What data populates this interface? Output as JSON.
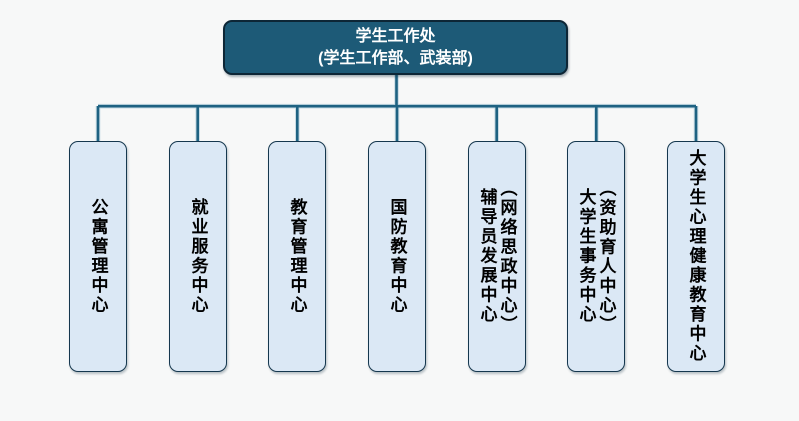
{
  "root": {
    "line1": "学生工作处",
    "line2": "(学生工作部、武装部)"
  },
  "departments": [
    {
      "label": "公寓管理中心",
      "columns": [
        "公寓管理中心"
      ]
    },
    {
      "label": "就业服务中心",
      "columns": [
        "就业服务中心"
      ]
    },
    {
      "label": "教育管理中心",
      "columns": [
        "教育管理中心"
      ]
    },
    {
      "label": "国防教育中心",
      "columns": [
        "国防教育中心"
      ]
    },
    {
      "label": "辅导员发展中心（网络思政中心）",
      "columns": [
        "辅导员发展中心",
        "（网络思政中心）"
      ]
    },
    {
      "label": "大学生事务中心（资助育人中心）",
      "columns": [
        "大学生事务中心",
        "（资助育人中心）"
      ]
    },
    {
      "label": "大学生心理健康教育中心",
      "columns": [
        "大学生心理健康教育中心"
      ]
    }
  ],
  "colors": {
    "background": "#f7f8f8",
    "root_box_fill": "#1d5a77",
    "root_box_border": "#0d2636",
    "root_box_text": "#ffffff",
    "dept_box_fill": "#dbe8f5",
    "dept_box_border": "#15374e",
    "dept_box_text": "#000000",
    "connector_line": "#1e6282"
  }
}
